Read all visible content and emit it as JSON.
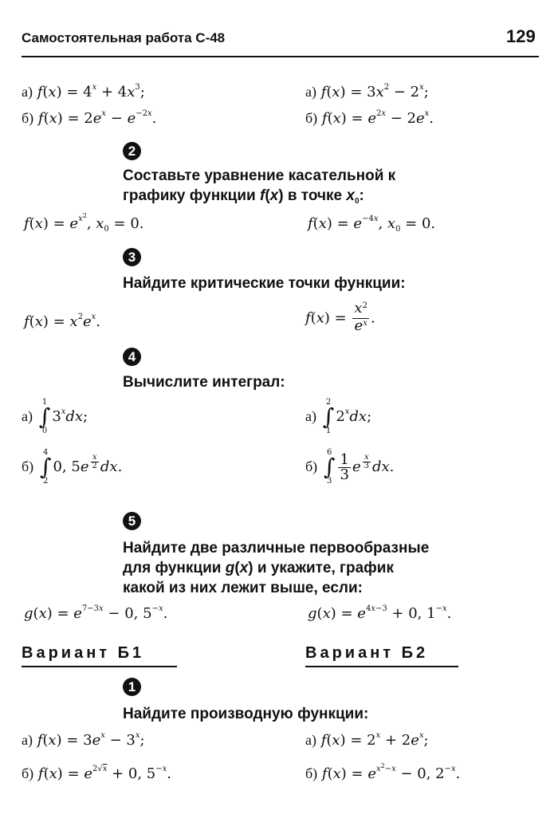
{
  "header": {
    "title": "Самостоятельная работа С-48",
    "page_number": "129"
  },
  "labels": {
    "a": "а)",
    "b": "б)"
  },
  "eq": {
    "f": "f",
    "x": "x",
    "g": "g",
    "e": "e",
    "x0": "x",
    "zero": "0",
    "sub0": "0"
  },
  "tasks": {
    "t2": {
      "number": "2",
      "text_line1": "Составьте уравнение касательной к",
      "text_line2_a": "графику функции ",
      "text_line2_b": " в точке "
    },
    "t3": {
      "number": "3",
      "text": "Найдите критические точки функции:"
    },
    "t4": {
      "number": "4",
      "text": "Вычислите интеграл:"
    },
    "t5": {
      "number": "5",
      "text_line1": "Найдите две различные первообразные",
      "text_line2_a": "для функции ",
      "text_line2_b": " и укажите, график",
      "text_line3": "какой из них лежит выше, если:"
    }
  },
  "variants": {
    "b1": {
      "title": "Вариант Б1"
    },
    "b2": {
      "title": "Вариант Б2"
    }
  },
  "tasks_b": {
    "t1": {
      "number": "1",
      "text": "Найдите производную функции:"
    }
  },
  "integrals": {
    "left_a": {
      "lower": "0",
      "upper": "1"
    },
    "left_b": {
      "lower": "2",
      "upper": "4",
      "coef": "0, 5"
    },
    "right_a": {
      "lower": "1",
      "upper": "2"
    },
    "right_b": {
      "lower": "3",
      "upper": "6",
      "num": "1",
      "den": "3"
    }
  }
}
